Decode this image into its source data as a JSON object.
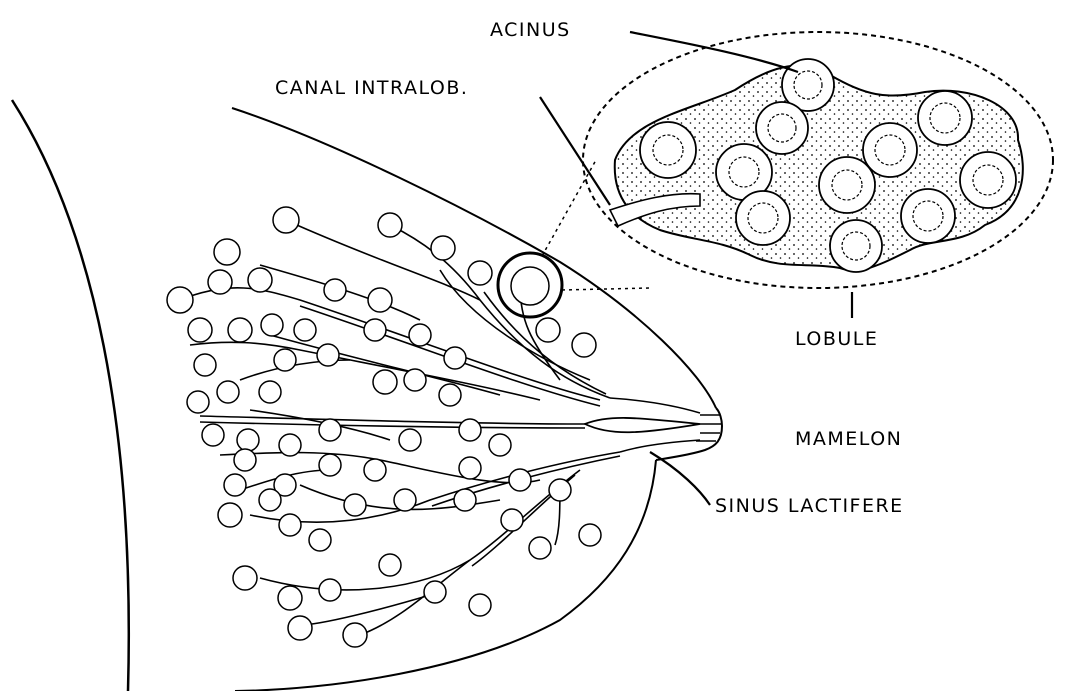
{
  "labels": {
    "acinus": "ACINUS",
    "canal": "CANAL INTRALOB.",
    "lobule": "LOBULE",
    "mamelon": "MAMELON",
    "sinus": "SINUS LACTIFERE"
  },
  "colors": {
    "ink": "#000000",
    "background": "#ffffff"
  }
}
